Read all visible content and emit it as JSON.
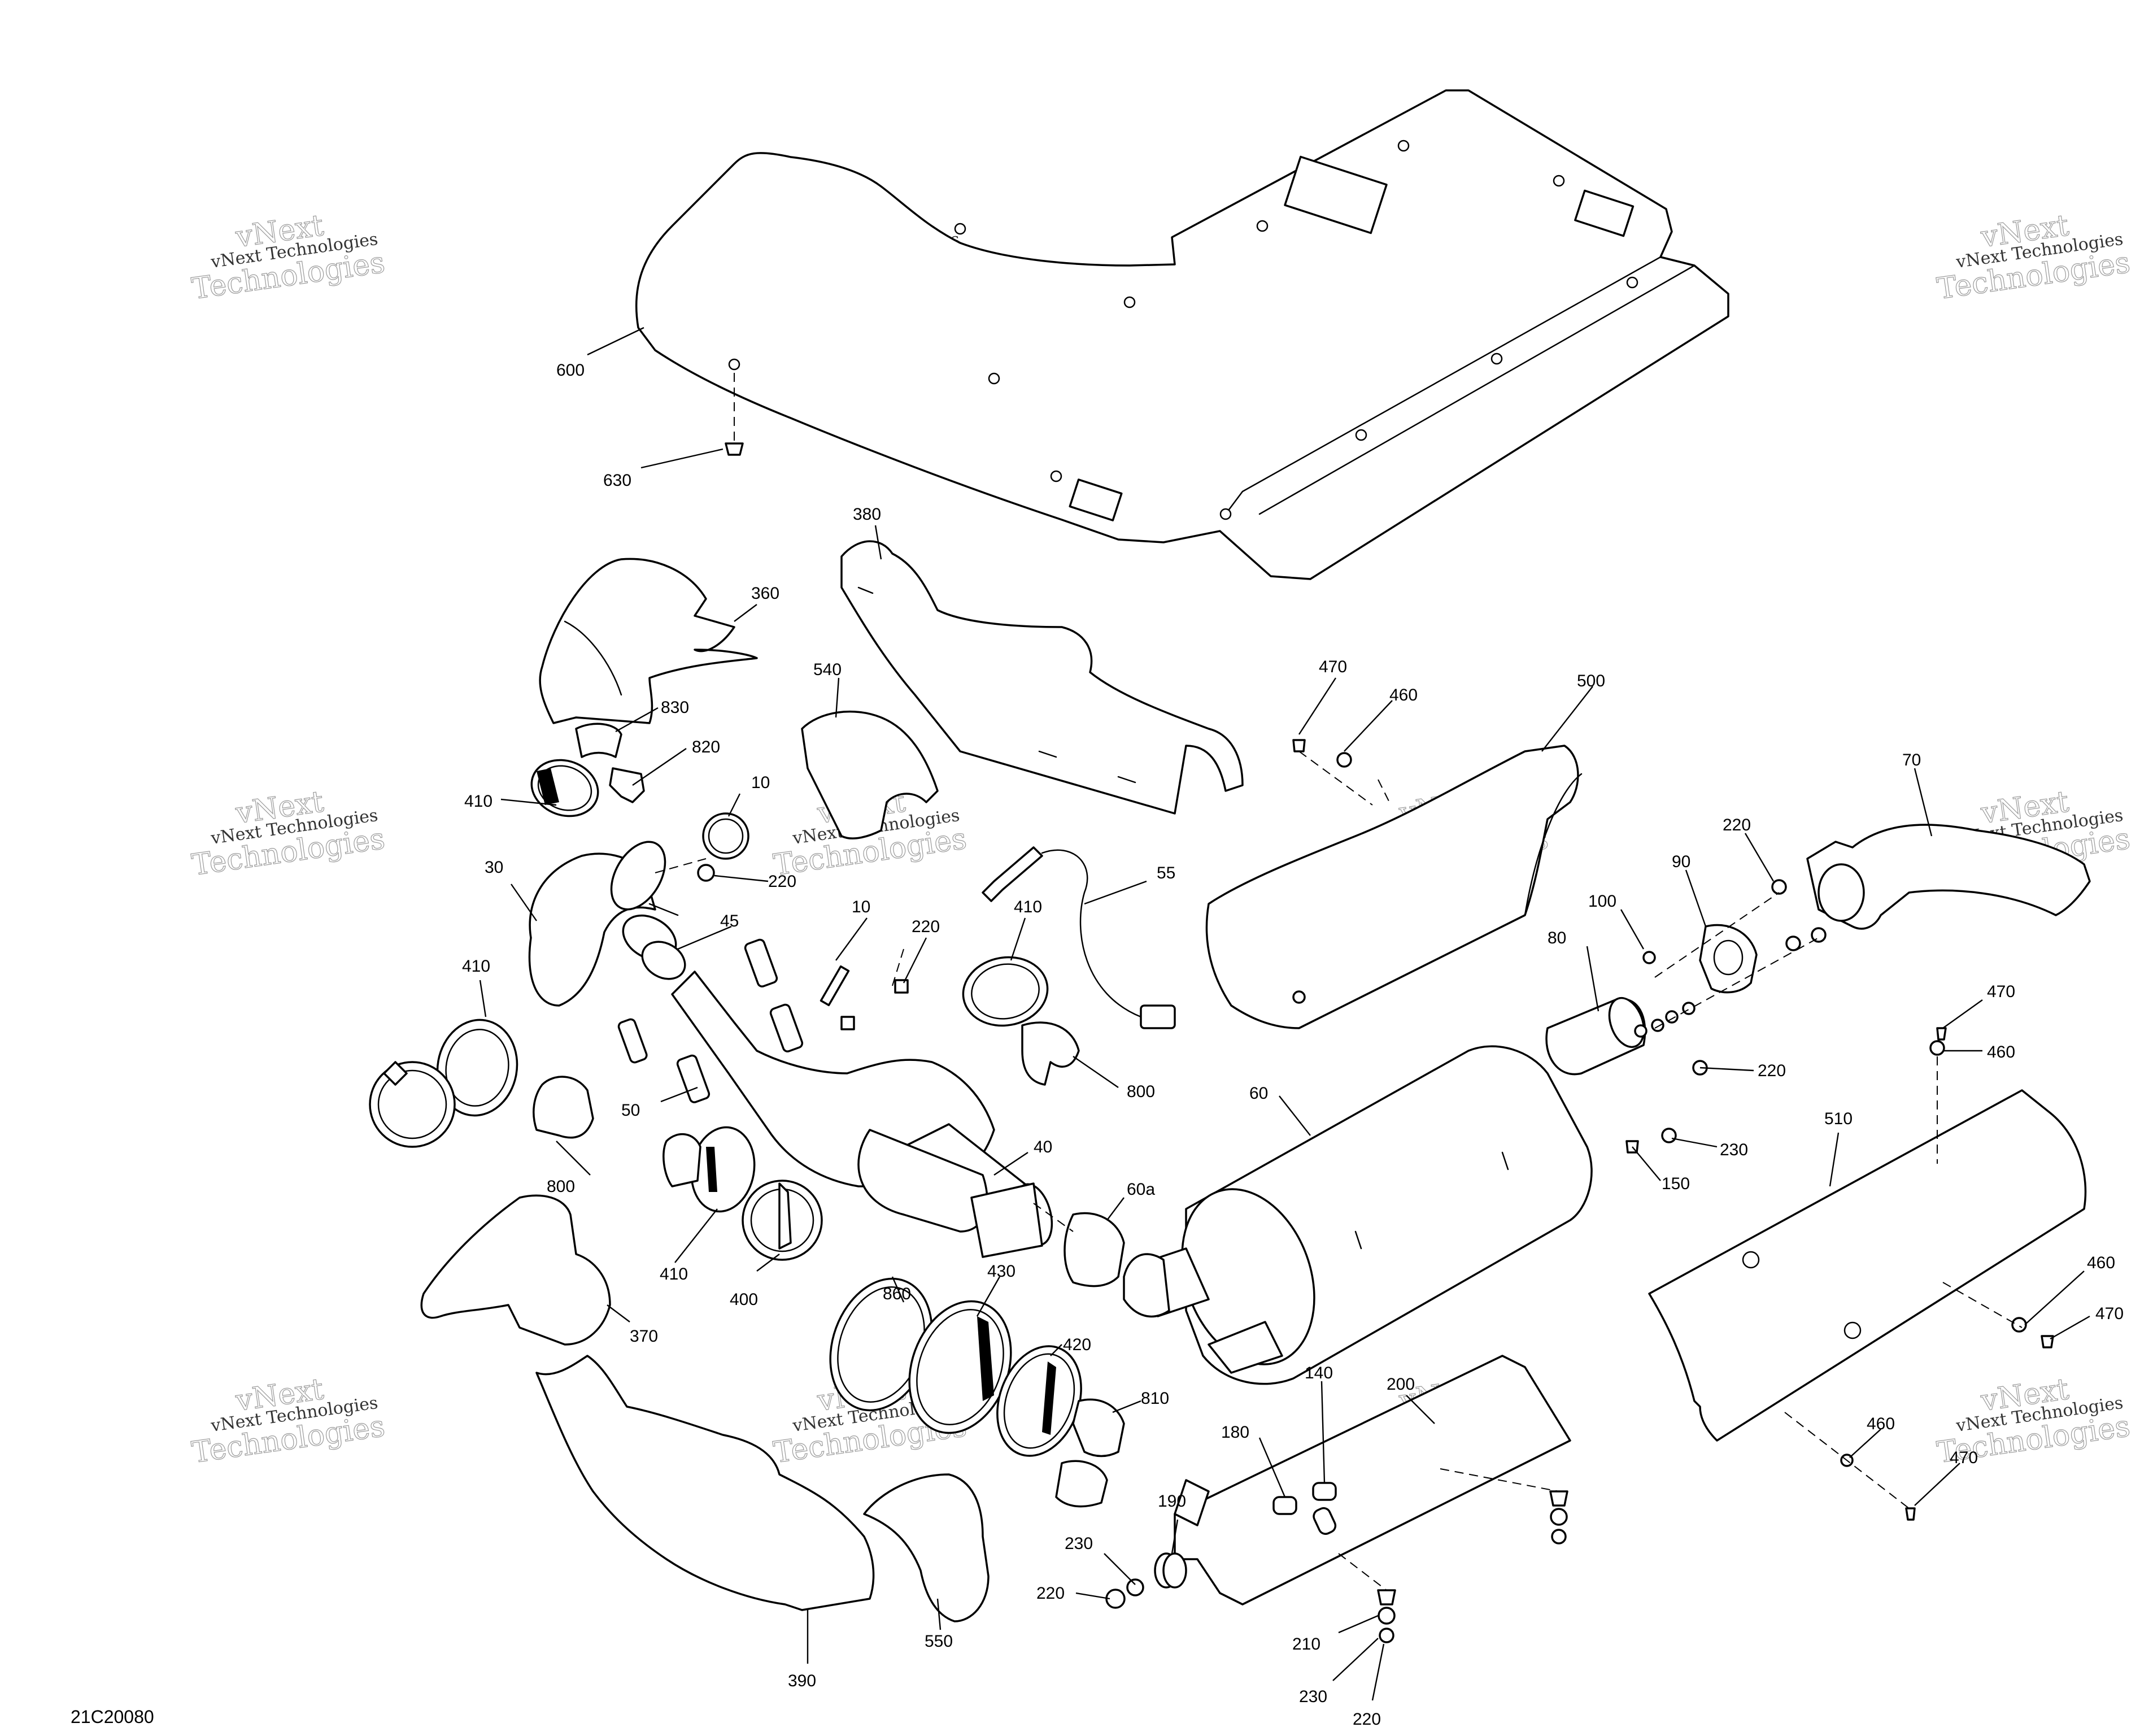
{
  "drawing": {
    "id": "21C20080",
    "watermark_line1": "vNext Technologies",
    "watermark_line2": "vNext",
    "watermark_line3": "Technologies"
  },
  "callouts": [
    "600",
    "630",
    "380",
    "360",
    "540",
    "830",
    "820",
    "410",
    "10",
    "30",
    "220",
    "45",
    "10",
    "220",
    "55",
    "410",
    "50",
    "800",
    "410",
    "800",
    "40",
    "400",
    "410",
    "370",
    "860",
    "430",
    "60a",
    "420",
    "810",
    "390",
    "550",
    "470",
    "460",
    "500",
    "70",
    "220",
    "90",
    "100",
    "80",
    "60",
    "220",
    "230",
    "150",
    "470",
    "460",
    "510",
    "460",
    "470",
    "200",
    "140",
    "180",
    "190",
    "230",
    "220",
    "210",
    "230",
    "220",
    "460",
    "470"
  ]
}
